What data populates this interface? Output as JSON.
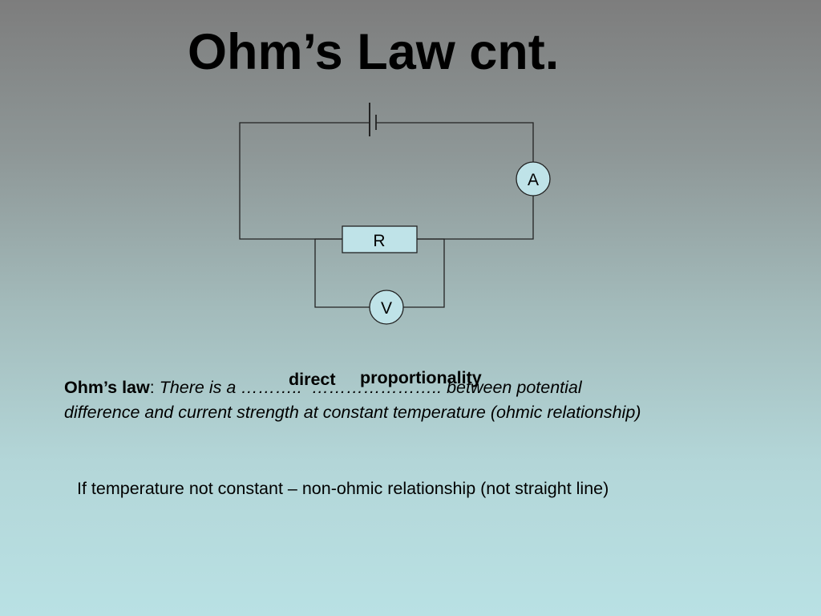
{
  "slide": {
    "title": "Ohm’s Law cnt."
  },
  "circuit": {
    "ammeter_label": "A",
    "resistor_label": "R",
    "voltmeter_label": "V",
    "wire_color": "#222222",
    "component_fill": "#bfe3e8"
  },
  "law": {
    "label": "Ohm’s law",
    "separator": ": ",
    "text_before_blanks": "There is a ",
    "blank_1": "………..",
    "blank_2": "…………………..",
    "text_after_blanks": " between potential",
    "line_2": "difference and current strength at constant temperature (ohmic relationship)",
    "answer_1": "direct",
    "answer_2": "proportionality"
  },
  "note": {
    "text": "If temperature not constant – non-ohmic relationship (not straight line)"
  }
}
